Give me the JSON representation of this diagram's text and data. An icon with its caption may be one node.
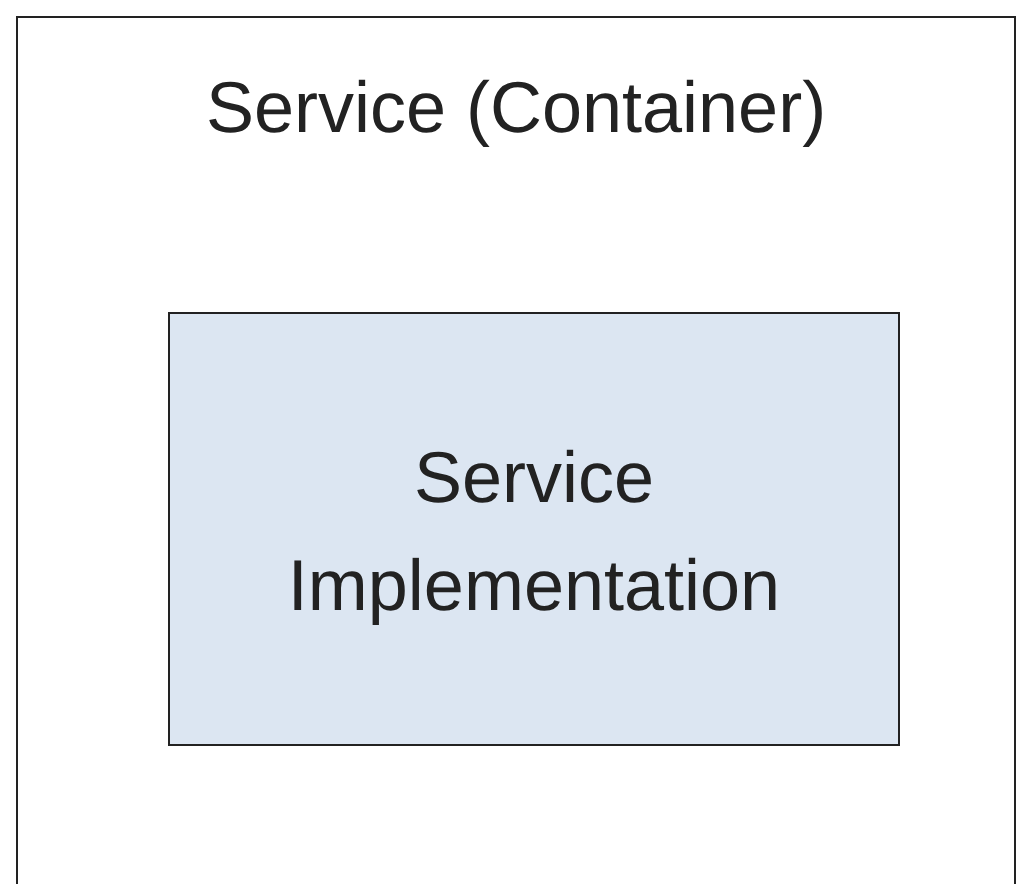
{
  "diagram": {
    "nodes": [
      {
        "text": [
          "Service (Container)"
        ]
      },
      {
        "text": [
          "Service Implementation"
        ],
        "in": 0
      }
    ]
  }
}
